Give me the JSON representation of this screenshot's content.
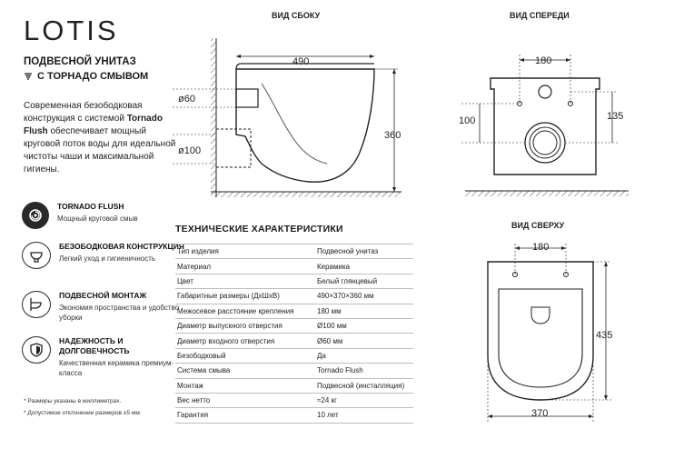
{
  "brand": "LOTIS",
  "product": {
    "title": "ПОДВЕСНОЙ УНИТАЗ",
    "subtitle": "С ТОРНАДО СМЫВОМ",
    "description_1": "Современная безободковая конструкция с системой ",
    "description_bold": "Tornado Flush",
    "description_2": " обеспечивает мощный круговой поток воды для идеальной чистоты чаши и максимальной гигиены."
  },
  "features": [
    {
      "title": "TORNADO FLUSH",
      "text": "Мощный круговой смыв",
      "icon": "tornado-icon"
    },
    {
      "title": "БЕЗОБОДКОВАЯ КОНСТРУКЦИЯ",
      "text": "Легкий уход и гигиеничность",
      "icon": "rimless-toilet-icon"
    },
    {
      "title": "ПОДВЕСНОЙ МОНТАЖ",
      "text": "Экономия пространства и удобство уборки",
      "icon": "wall-hung-icon"
    },
    {
      "title": "НАДЕЖНОСТЬ И ДОЛГОВЕЧНОСТЬ",
      "text": "Качественная керамика премиум-класса",
      "icon": "shield-icon"
    }
  ],
  "notes": [
    "* Размеры указаны в миллиметрах.",
    "* Допустимое отклонение размеров ±5 мм."
  ],
  "views": {
    "side": "ВИД СБОКУ",
    "front": "ВИД СПЕРЕДИ",
    "top": "ВИД СВЕРХУ"
  },
  "dimensions": {
    "side_length": "490",
    "side_height": "360",
    "side_inlet": "ø60",
    "side_outlet": "ø100",
    "front_mount": "180",
    "front_left": "100",
    "front_right": "135",
    "top_mount": "180",
    "top_depth": "435",
    "top_width": "370"
  },
  "specs": {
    "title": "ТЕХНИЧЕСКИЕ ХАРАКТЕРИСТИКИ",
    "rows": [
      {
        "k": "Тип изделия",
        "v": "Подвесной унитаз"
      },
      {
        "k": "Материал",
        "v": "Керамика"
      },
      {
        "k": "Цвет",
        "v": "Белый глянцевый"
      },
      {
        "k": "Габаритные размеры (ДxШxВ)",
        "v": "490×370×360 мм"
      },
      {
        "k": "Межосевое расстояние крепления",
        "v": "180 мм"
      },
      {
        "k": "Диаметр выпускного отверстия",
        "v": "Ø100 мм"
      },
      {
        "k": "Диаметр входного отверстия",
        "v": "Ø60 мм"
      },
      {
        "k": "Безободковый",
        "v": "Да"
      },
      {
        "k": "Система смыва",
        "v": "Tornado Flush"
      },
      {
        "k": "Монтаж",
        "v": "Подвесной (инсталляция)"
      },
      {
        "k": "Вес нетто",
        "v": "≈24 кг"
      },
      {
        "k": "Гарантия",
        "v": "10 лет"
      }
    ]
  }
}
